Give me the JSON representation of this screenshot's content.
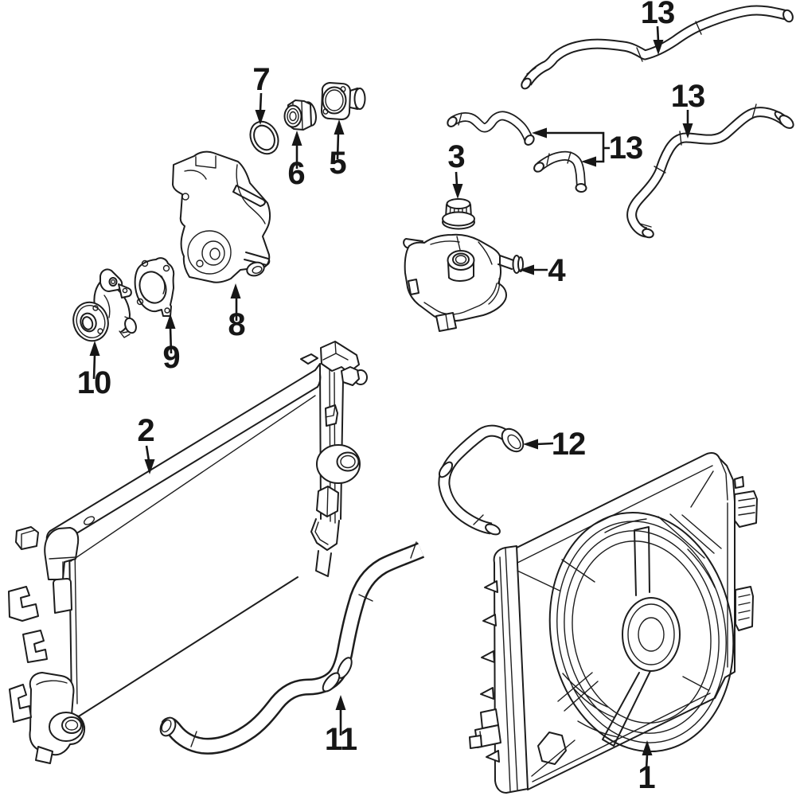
{
  "diagram": {
    "colors": {
      "background": "#ffffff",
      "line": "#1d1d1d",
      "label": "#161616"
    },
    "callouts": {
      "c1": "1",
      "c2": "2",
      "c3": "3",
      "c4": "4",
      "c5": "5",
      "c6": "6",
      "c7": "7",
      "c8": "8",
      "c9": "9",
      "c10": "10",
      "c11": "11",
      "c12": "12",
      "c13_top": "13",
      "c13_right": "13",
      "c13_pair": "13"
    }
  }
}
